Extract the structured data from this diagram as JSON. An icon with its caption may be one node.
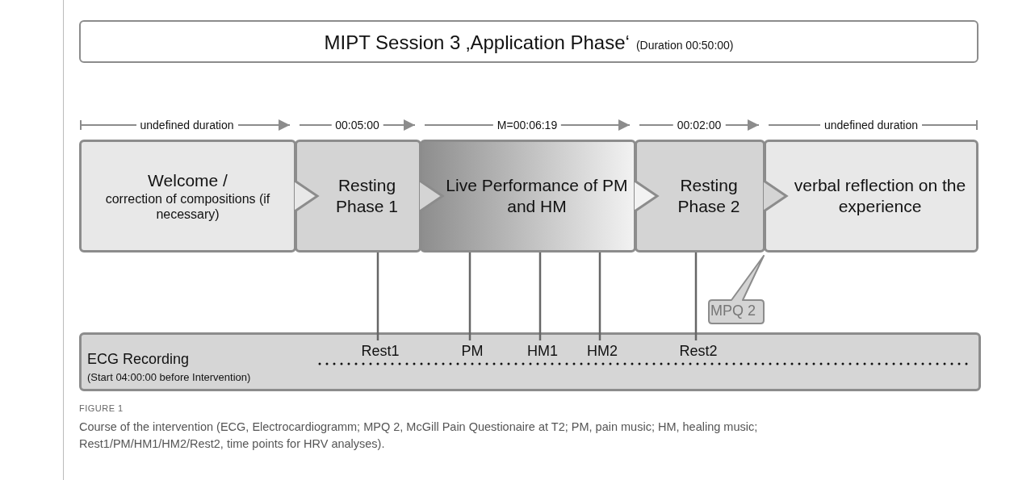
{
  "diagram": {
    "caption": "Course of the intervention (ECG, Electrocardiogramm; MPQ 2, McGill Pain Questionaire at T2; PM, pain music; HM, healing music; Rest1/PM/HM1/HM2/Rest2, time points for HRV analyses).",
    "nodes": [
      {
        "text": [
          "MIPT Session 3 ‚Application Phase‘",
          "(Duration 00:50:00)"
        ]
      },
      {
        "text": [
          "Welcome /",
          "correction of compositions (if necessary)"
        ]
      },
      {
        "text": [
          "Resting Phase 1"
        ]
      },
      {
        "text": [
          "Live Performance of PM and HM"
        ]
      },
      {
        "text": [
          "Resting Phase 2"
        ]
      },
      {
        "text": [
          "verbal reflection on the experience"
        ]
      },
      {
        "text": [
          "MPQ 2"
        ]
      },
      {
        "text": [
          "ECG Recording",
          "(Start 04:00:00 before Intervention)"
        ]
      },
      {
        "text": [
          "Rest1"
        ],
        "in": 7
      },
      {
        "text": [
          "PM"
        ],
        "in": 7
      },
      {
        "text": [
          "HM1"
        ],
        "in": 7
      },
      {
        "text": [
          "HM2"
        ],
        "in": 7
      },
      {
        "text": [
          "Rest2"
        ],
        "in": 7
      }
    ],
    "edges": [
      {
        "from": 1,
        "to": 2,
        "arrow": "to"
      },
      {
        "from": 2,
        "to": 3,
        "arrow": "to"
      },
      {
        "from": 3,
        "to": 4,
        "arrow": "to"
      },
      {
        "from": 4,
        "to": 5,
        "arrow": "to"
      },
      {
        "from": 2,
        "to": 8,
        "arrow": "none"
      },
      {
        "from": 3,
        "to": 9,
        "arrow": "none"
      },
      {
        "from": 3,
        "to": 10,
        "arrow": "none"
      },
      {
        "from": 3,
        "to": 11,
        "arrow": "none"
      },
      {
        "from": 4,
        "to": 12,
        "arrow": "none"
      }
    ],
    "labels": [
      "undefined duration",
      "00:05:00",
      "M=00:06:19",
      "00:02:00",
      "undefined duration",
      "FIGURE 1"
    ]
  }
}
